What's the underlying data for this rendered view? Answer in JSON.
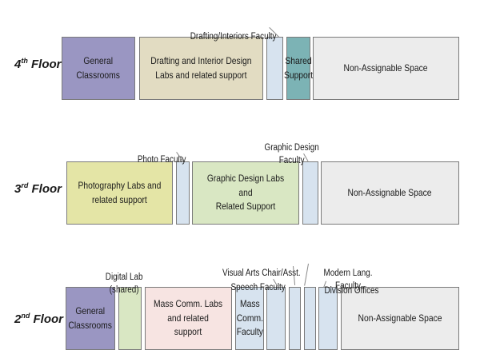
{
  "floors": {
    "f4": {
      "label": "4",
      "suffix": "th",
      "word": "Floor",
      "blocks": {
        "general_classrooms": "General\nClassrooms",
        "drafting_labs": "Drafting and Interior Design\nLabs and related support",
        "drafting_faculty": "",
        "shared_support": "Shared\nSupport",
        "non_assignable": "Non-Assignable Space"
      },
      "callouts": {
        "drafting_faculty": "Drafting/Interiors Faculty"
      }
    },
    "f3": {
      "label": "3",
      "suffix": "rd",
      "word": "Floor",
      "blocks": {
        "photo_labs": "Photography Labs and\nrelated support",
        "photo_faculty": "",
        "graphic_labs": "Graphic Design Labs and\nRelated Support",
        "graphic_faculty": "",
        "non_assignable": "Non-Assignable Space"
      },
      "callouts": {
        "photo_faculty": "Photo Faculty",
        "graphic_faculty": "Graphic Design\nFaculty"
      }
    },
    "f2": {
      "label": "2",
      "suffix": "nd",
      "word": "Floor",
      "blocks": {
        "general_classrooms": "General\nClassrooms",
        "digital_lab": "",
        "mass_comm_labs": "Mass Comm. Labs\nand related\nsupport",
        "mass_comm_faculty": "Mass\nComm.\nFaculty",
        "speech_faculty": "",
        "visual_arts": "",
        "modern_lang": "",
        "division_offices": "",
        "non_assignable": "Non-Assignable Space"
      },
      "callouts": {
        "digital_lab": "Digital Lab\n(shared)",
        "visual_arts": "Visual Arts Chair/Asst.",
        "speech_faculty": "Speech Faculty",
        "modern_lang": "Modern Lang. Faculty",
        "division_offices": "Division Offices"
      }
    }
  }
}
